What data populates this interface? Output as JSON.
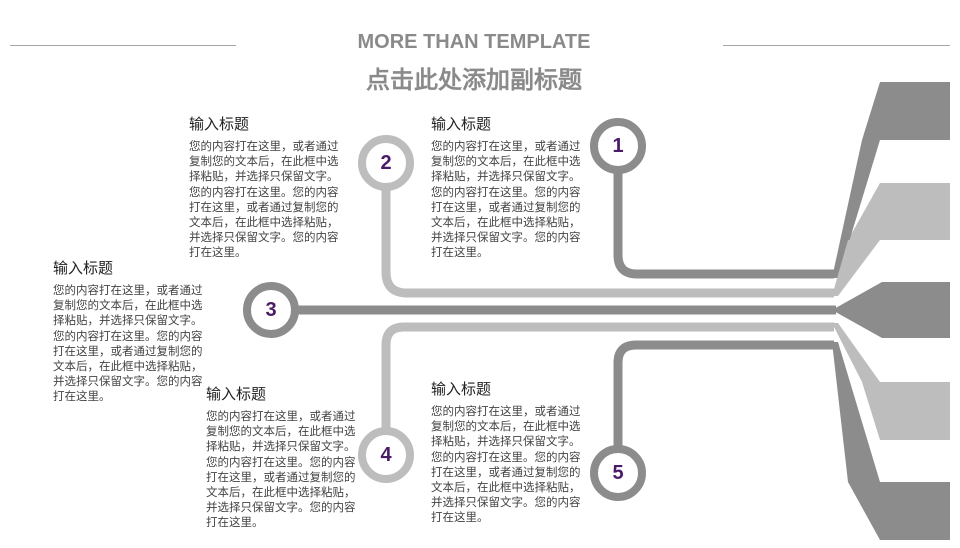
{
  "header": {
    "title": "MORE THAN TEMPLATE",
    "subtitle": "点击此处添加副标题"
  },
  "items": [
    {
      "number": "1",
      "title": "输入标题",
      "body": "您的内容打在这里，或者通过复制您的文本后，在此框中选择粘贴，并选择只保留文字。您的内容打在这里。您的内容打在这里，或者通过复制您的文本后，在此框中选择粘贴，并选择只保留文字。您的内容打在这里。"
    },
    {
      "number": "2",
      "title": "输入标题",
      "body": "您的内容打在这里，或者通过复制您的文本后，在此框中选择粘贴，并选择只保留文字。您的内容打在这里。您的内容打在这里，或者通过复制您的文本后，在此框中选择粘贴，并选择只保留文字。您的内容打在这里。"
    },
    {
      "number": "3",
      "title": "输入标题",
      "body": "您的内容打在这里，或者通过复制您的文本后，在此框中选择粘贴，并选择只保留文字。您的内容打在这里。您的内容打在这里，或者通过复制您的文本后，在此框中选择粘贴，并选择只保留文字。您的内容打在这里。"
    },
    {
      "number": "4",
      "title": "输入标题",
      "body": "您的内容打在这里，或者通过复制您的文本后，在此框中选择粘贴，并选择只保留文字。您的内容打在这里。您的内容打在这里，或者通过复制您的文本后，在此框中选择粘贴，并选择只保留文字。您的内容打在这里。"
    },
    {
      "number": "5",
      "title": "输入标题",
      "body": "您的内容打在这里，或者通过复制您的文本后，在此框中选择粘贴，并选择只保留文字。您的内容打在这里。您的内容打在这里，或者通过复制您的文本后，在此框中选择粘贴，并选择只保留文字。您的内容打在这里。"
    }
  ],
  "colors": {
    "dark_gray": "#8c8c8c",
    "light_gray": "#bdbdbd",
    "accent_purple": "#4a1b66",
    "rule": "#a6a6a6"
  }
}
